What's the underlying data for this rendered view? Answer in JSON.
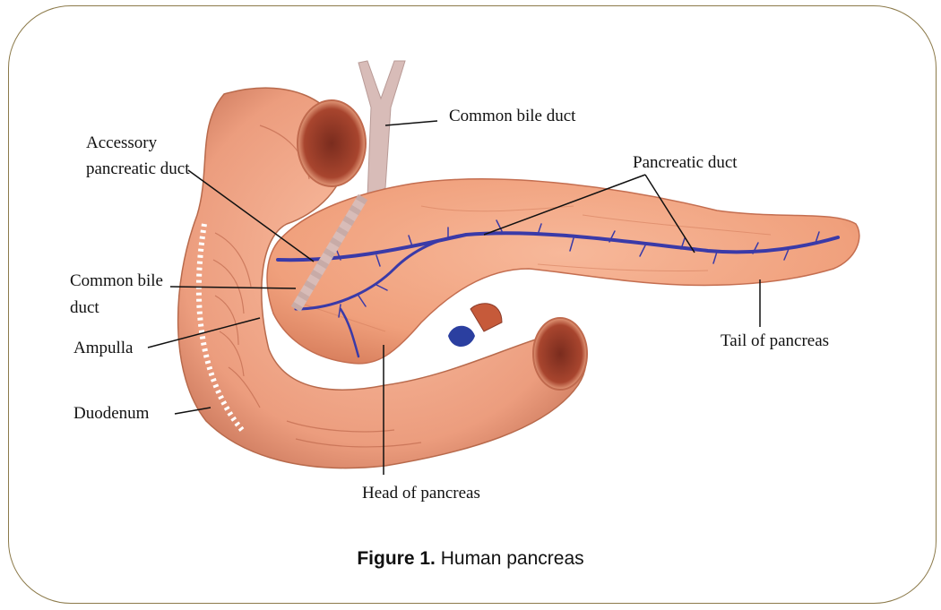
{
  "figure": {
    "labels": {
      "common_bile_duct_top": "Common bile duct",
      "accessory_line1": "Accessory",
      "accessory_line2": "pancreatic duct",
      "pancreatic_duct": "Pancreatic duct",
      "common_bile_left_line1": "Common bile",
      "common_bile_left_line2": "duct",
      "ampulla": "Ampulla",
      "duodenum": "Duodenum",
      "tail": "Tail of pancreas",
      "head": "Head of pancreas"
    },
    "caption": {
      "number": "Figure 1.",
      "text": "Human pancreas"
    },
    "colors": {
      "tissue": "#f2a57f",
      "tissue_dark": "#c8684a",
      "duct": "#3a3aa8",
      "bile_duct": "#d8bcb8",
      "frame": "#8c7a4a"
    }
  }
}
